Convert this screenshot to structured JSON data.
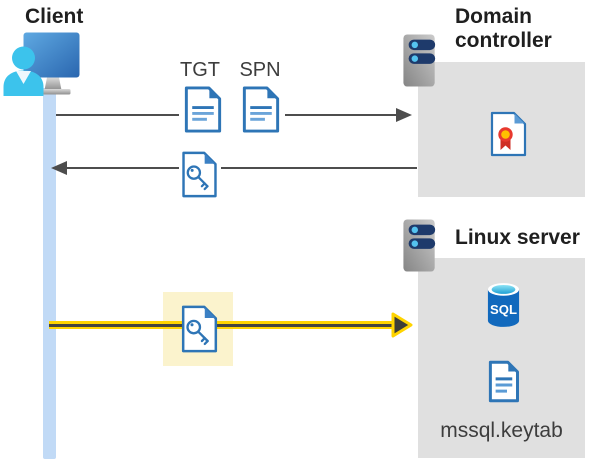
{
  "client": {
    "label": "Client"
  },
  "domain_controller": {
    "label": "Domain controller"
  },
  "linux_server": {
    "label": "Linux server",
    "sql_badge": "SQL",
    "keytab_filename": "mssql.keytab"
  },
  "flows": {
    "tgt_label": "TGT",
    "spn_label": "SPN"
  },
  "icons": {
    "client": "monitor-with-user-icon",
    "domain_controller": "server-icon",
    "linux_server": "server-icon",
    "tgt": "document-icon",
    "spn": "document-icon",
    "service_ticket": "key-document-icon",
    "credential": "key-document-icon",
    "certificate": "certificate-document-icon",
    "database": "sql-database-icon",
    "keytab_file": "document-icon"
  },
  "colors": {
    "doc_blue": "#2e75b6",
    "client_cyan": "#3cc3ec",
    "timeline_blue": "#c1daf6",
    "zone_gray": "#e0e0e0",
    "highlight_cream": "#fbf3cd",
    "arrow_gray": "#4d4d4d",
    "arrow_yellow": "#ffd400",
    "sql_blue": "#1169bd",
    "cert_red": "#d93025",
    "cert_yellow": "#ffc000",
    "server_pill_navy": "#1e3a6b"
  }
}
